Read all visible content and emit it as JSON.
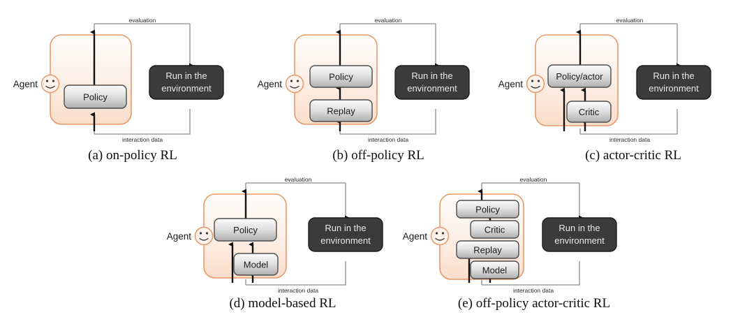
{
  "figure": {
    "type": "diagram",
    "description": "Five reinforcement-learning agent/environment loop diagrams",
    "colors": {
      "agent_container_border": "#e8996a",
      "agent_container_fill_top": "#fefcfb",
      "agent_container_fill_bottom": "#fadfce",
      "module_box_border": "#4d4d4d",
      "module_box_fill_top": "#f7f7f7",
      "module_box_fill_bottom": "#b5b5b5",
      "environment_box_fill": "#3b3b3b",
      "environment_box_text": "#e8e8e8",
      "loop_line": "#8c8c8c",
      "arrow": "#111111"
    },
    "common": {
      "agent_label": "Agent",
      "evaluation_label": "evaluation",
      "interaction_label": "interaction data",
      "environment_line1": "Run in the",
      "environment_line2": "environment",
      "agent_face_icon": "smiley-face-icon"
    },
    "panels": [
      {
        "id": "a",
        "caption": "(a) on-policy RL",
        "modules": [
          {
            "label": "Policy"
          }
        ]
      },
      {
        "id": "b",
        "caption": "(b) off-policy RL",
        "modules": [
          {
            "label": "Policy"
          },
          {
            "label": "Replay"
          }
        ]
      },
      {
        "id": "c",
        "caption": "(c) actor-critic RL",
        "modules": [
          {
            "label": "Policy/actor"
          },
          {
            "label": "Critic"
          }
        ]
      },
      {
        "id": "d",
        "caption": "(d) model-based RL",
        "modules": [
          {
            "label": "Policy"
          },
          {
            "label": "Model"
          }
        ]
      },
      {
        "id": "e",
        "caption": "(e) off-policy actor-critic RL",
        "modules": [
          {
            "label": "Policy"
          },
          {
            "label": "Critic"
          },
          {
            "label": "Replay"
          },
          {
            "label": "Model"
          }
        ]
      }
    ]
  }
}
